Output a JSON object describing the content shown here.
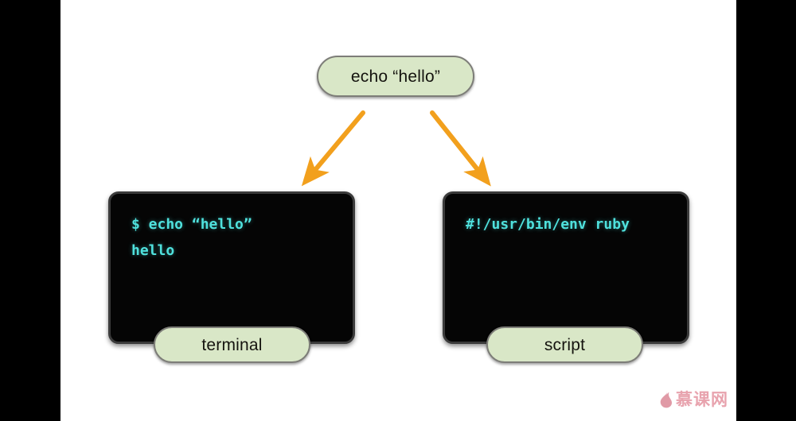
{
  "slide": {
    "background_color": "#ffffff",
    "pillar_color": "#000000",
    "accent_arrow_color": "#f2a01d",
    "pill_fill_color": "#d9e7c7",
    "pill_border_color": "#7d7d78",
    "terminal_background_color": "#050505",
    "terminal_text_color": "#4fe1dd"
  },
  "command_node": {
    "label": "echo “hello”"
  },
  "arrows": [
    {
      "name": "arrow-to-terminal",
      "direction": "down-left"
    },
    {
      "name": "arrow-to-script",
      "direction": "down-right"
    }
  ],
  "terminal_window": {
    "caption": "terminal",
    "lines": [
      "$ echo “hello”",
      "hello"
    ]
  },
  "script_window": {
    "caption": "script",
    "lines": [
      "#!/usr/bin/env ruby"
    ]
  },
  "watermark": {
    "text": "慕课网",
    "icon": "flame-icon",
    "color": "#e8a3ae"
  }
}
